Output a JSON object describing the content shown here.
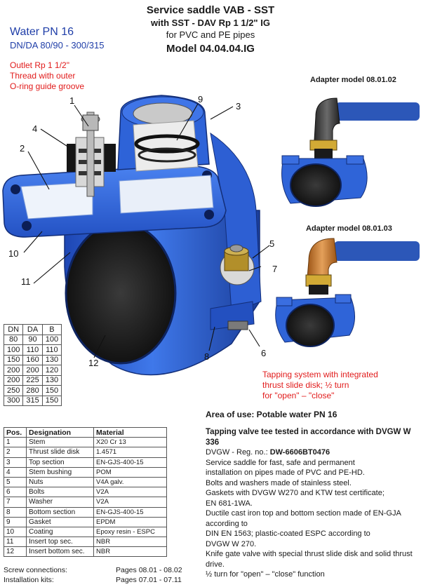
{
  "title": {
    "line1": "Service saddle VAB - SST",
    "line2": "with SST - DAV Rp 1 1/2\"  IG",
    "line3": "for PVC and PE pipes",
    "model": "Model 04.04.04.IG"
  },
  "water": {
    "line1": "Water PN 16",
    "line2": "DN/DA 80/90 - 300/315"
  },
  "outlet": {
    "line1": "Outlet Rp 1 1/2\"",
    "line2": "Thread with outer",
    "line3": "O-ring guide groove"
  },
  "adapters": {
    "a1": "Adapter model 08.01.02",
    "a2": "Adapter model 08.01.03"
  },
  "callouts": [
    "1",
    "2",
    "3",
    "4",
    "5",
    "6",
    "7",
    "8",
    "9",
    "10",
    "11",
    "12"
  ],
  "tapping_note": {
    "line1": "Tapping system with integrated",
    "line2": "thrust slide disk; ½ turn",
    "line3": "for \"open\" – \"close\""
  },
  "dim_table": {
    "headers": [
      "DN",
      "DA",
      "B"
    ],
    "rows": [
      [
        "80",
        "90",
        "100"
      ],
      [
        "100",
        "110",
        "110"
      ],
      [
        "150",
        "160",
        "130"
      ],
      [
        "200",
        "200",
        "120"
      ],
      [
        "200",
        "225",
        "130"
      ],
      [
        "250",
        "280",
        "150"
      ],
      [
        "300",
        "315",
        "150"
      ]
    ]
  },
  "parts_table": {
    "headers": [
      "Pos.",
      "Designation",
      "Material"
    ],
    "rows": [
      [
        "1",
        "Stem",
        "X20 Cr 13"
      ],
      [
        "2",
        "Thrust slide disk",
        "1.4571"
      ],
      [
        "3",
        "Top section",
        "EN-GJS-400-15"
      ],
      [
        "4",
        "Stem bushing",
        "POM"
      ],
      [
        "5",
        "Nuts",
        "V4A galv."
      ],
      [
        "6",
        "Bolts",
        "V2A"
      ],
      [
        "7",
        "Washer",
        "V2A"
      ],
      [
        "8",
        "Bottom section",
        "EN-GJS-400-15"
      ],
      [
        "9",
        "Gasket",
        "EPDM"
      ],
      [
        "10",
        "Coating",
        "Epoxy resin - ESPC"
      ],
      [
        "11",
        "Insert top sec.",
        "NBR"
      ],
      [
        "12",
        "Insert bottom sec.",
        "NBR"
      ]
    ]
  },
  "area_of_use": "Area of use:  Potable water PN 16",
  "description": {
    "heading": "Tapping valve tee tested in accordance with DVGW W 336",
    "reg_prefix": "DVGW - Reg. no.: ",
    "reg_no": "DW-6606BT0476",
    "lines": [
      "Service saddle for fast, safe and permanent",
      "installation on pipes made of PVC and PE-HD.",
      "Bolts and washers made of stainless steel.",
      "Gaskets with DVGW W270 and KTW test certificate;",
      "EN 681-1WA.",
      "Ductile cast iron top and bottom section made of EN-GJA",
      "according to",
      "DIN EN 1563;  plastic-coated ESPC according to",
      "DVGW W 270.",
      "Knife gate valve with special thrust slide disk and solid thrust",
      "drive.",
      "½ turn for \"open\" – \"close\" function"
    ]
  },
  "footer": {
    "screw_label": "Screw connections:",
    "screw_pages": "Pages 08.01 - 08.02",
    "install_label": "Installation kits:",
    "install_pages": "Pages 07.01 - 07.11"
  },
  "colors": {
    "saddle_blue": "#2f64d8",
    "saddle_dark": "#1b3e9a",
    "accent_red": "#e11b1b",
    "title_blue": "#1f3ea8",
    "adapter_bronze": "#c8792a",
    "pipe_blue": "#2c57b8"
  }
}
